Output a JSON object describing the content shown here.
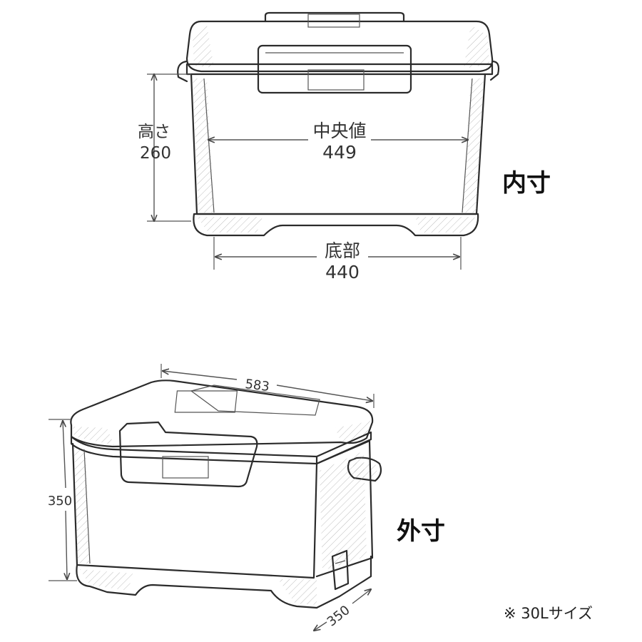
{
  "inner": {
    "title": "内寸",
    "height_label": "高さ",
    "height_value": "260",
    "middle_label": "中央値",
    "middle_value": "449",
    "bottom_label": "底部",
    "bottom_value": "440"
  },
  "outer": {
    "title": "外寸",
    "width_value": "583",
    "height_value": "350",
    "depth_value": "350"
  },
  "note": "※ 30Lサイズ"
}
